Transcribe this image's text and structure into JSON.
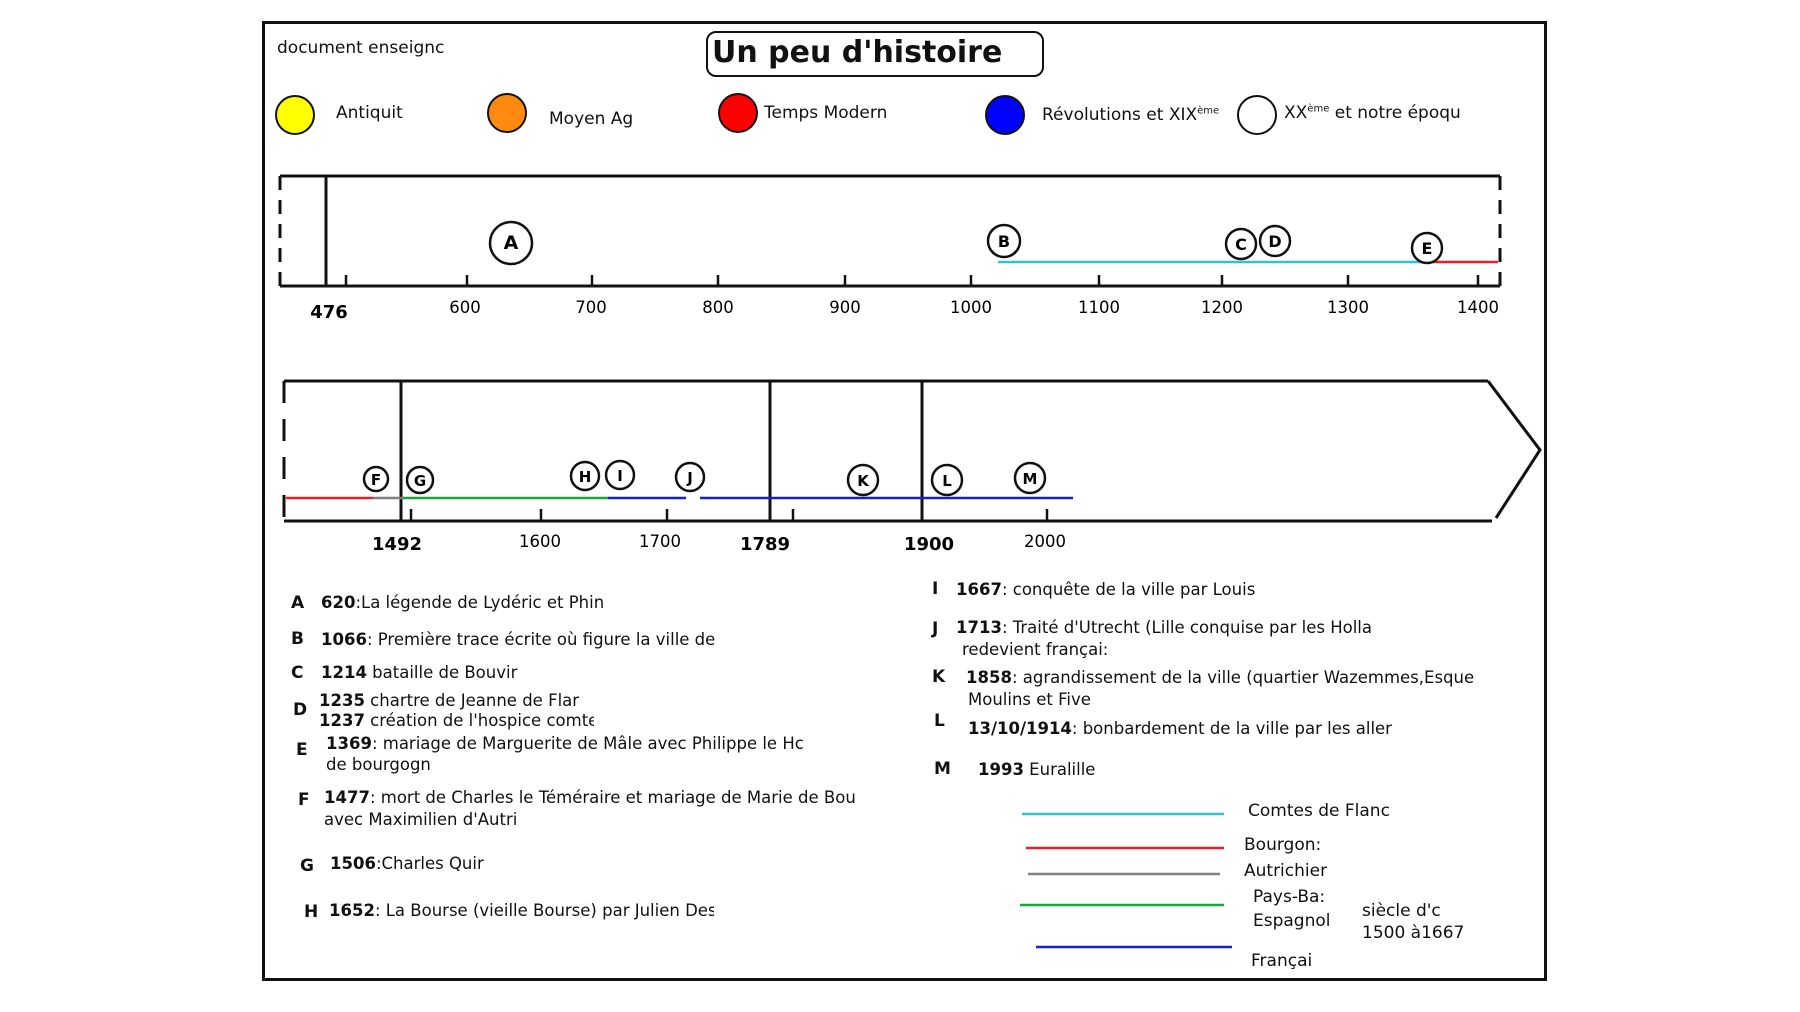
{
  "header": {
    "doc_label": "document enseignc",
    "title": "Un peu d'histoire"
  },
  "periods": [
    {
      "label": "Antiquit",
      "color": "#ffff00"
    },
    {
      "label": "Moyen Ag",
      "color": "#ff8a10"
    },
    {
      "label": "Temps Modern",
      "color": "#ff0000"
    },
    {
      "label_pre": "Révolutions et XIX",
      "label_sup": "ème",
      "color": "#0000ff"
    },
    {
      "label_sup": "ème",
      "label_pre": "XX",
      "label_post": " et notre époqu",
      "color": "#ffffff"
    }
  ],
  "timeline1": {
    "ticks": [
      "476",
      "600",
      "700",
      "800",
      "900",
      "1000",
      "1100",
      "1200",
      "1300",
      "1400"
    ],
    "markers": [
      "A",
      "B",
      "C",
      "D",
      "E"
    ]
  },
  "timeline2": {
    "ticks": [
      "1492",
      "1600",
      "1700",
      "1789",
      "1900",
      "2000"
    ],
    "markers": [
      "F",
      "G",
      "H",
      "I",
      "J",
      "K",
      "L",
      "M"
    ]
  },
  "events_left": [
    {
      "letter": "A",
      "year": "620",
      "text": ":La légende de Lydéric et Phin"
    },
    {
      "letter": "B",
      "year": "1066",
      "text": ": Première trace écrite où figure la ville de"
    },
    {
      "letter": "C",
      "year": "1214",
      "text": " bataille de Bouvir"
    },
    {
      "letter": "D",
      "year": "1235",
      "text": " chartre de Jeanne de Flar",
      "year2": "1237",
      "text2": " création de l'hospice comte"
    },
    {
      "letter": "E",
      "year": "1369",
      "text": ": mariage de Marguerite de Mâle avec Philippe le Hc",
      "text2": "de bourgogn"
    },
    {
      "letter": "F",
      "year": "1477",
      "text": ": mort de Charles le Téméraire et mariage de Marie de Bou",
      "text2": "avec Maximilien d'Autri"
    },
    {
      "letter": "G",
      "year": "1506",
      "text": ":Charles Quir"
    },
    {
      "letter": "H",
      "year": "1652",
      "text": ": La Bourse (vieille Bourse) par Julien Des"
    }
  ],
  "events_right": [
    {
      "letter": "I",
      "year": "1667",
      "text": ": conquête de la ville par Louis"
    },
    {
      "letter": "J",
      "year": "1713",
      "text": ": Traité d'Utrecht (Lille conquise par les Holla",
      "text2": "redevient françai:"
    },
    {
      "letter": "K",
      "year": "1858",
      "text": ": agrandissement de la ville (quartier Wazemmes,Esque",
      "text2": "Moulins et Five"
    },
    {
      "letter": "L",
      "year": "13/10/1914",
      "text": ": bonbardement de la ville par les aller"
    },
    {
      "letter": "M",
      "year": "1993",
      "text": " Euralille"
    }
  ],
  "line_key": [
    {
      "label": "Comtes de Flanc",
      "color": "#2fc4d2"
    },
    {
      "label": "Bourgon:",
      "color": "#e8202a"
    },
    {
      "label": "Autrichier",
      "color": "#7f7f7f"
    },
    {
      "label": "Pays-Ba:",
      "label2": "Espagnol",
      "color": "#1aa53a"
    },
    {
      "label": "Françai",
      "color": "#1420c8"
    }
  ],
  "key_note": {
    "line1": "siècle d'c",
    "line2": "1500 à1667"
  }
}
